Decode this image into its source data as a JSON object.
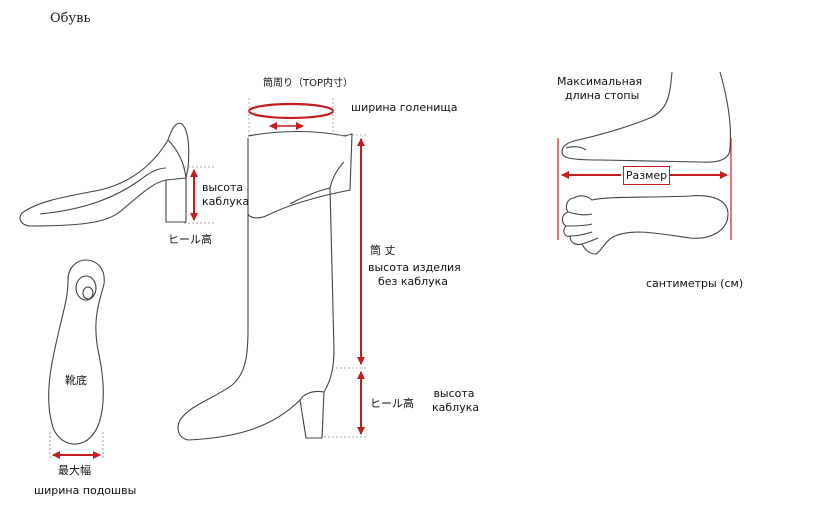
{
  "title": "Обувь",
  "labels": {
    "heel_jp_left": "ヒール高",
    "heel_height_left": [
      "высота",
      "каблука"
    ],
    "top_circ_jp": "筒周り（TOP内寸）",
    "shaft_width": "ширина голенища",
    "shaft_height_jp": "筒 丈",
    "shaft_height": [
      "высота изделия",
      "без каблука"
    ],
    "heel_jp_right": "ヒール高",
    "heel_height_right": [
      "высота",
      "каблука"
    ],
    "sole_jp": "靴底",
    "max_width_jp": "最大幅",
    "sole_width": "ширина подошвы",
    "max_foot_length": [
      "Максимальная",
      "длина стопы"
    ],
    "size": "Размер",
    "units": "сантиметры (см)"
  },
  "colors": {
    "accent": "#c41d1d",
    "outline": "#444444"
  }
}
